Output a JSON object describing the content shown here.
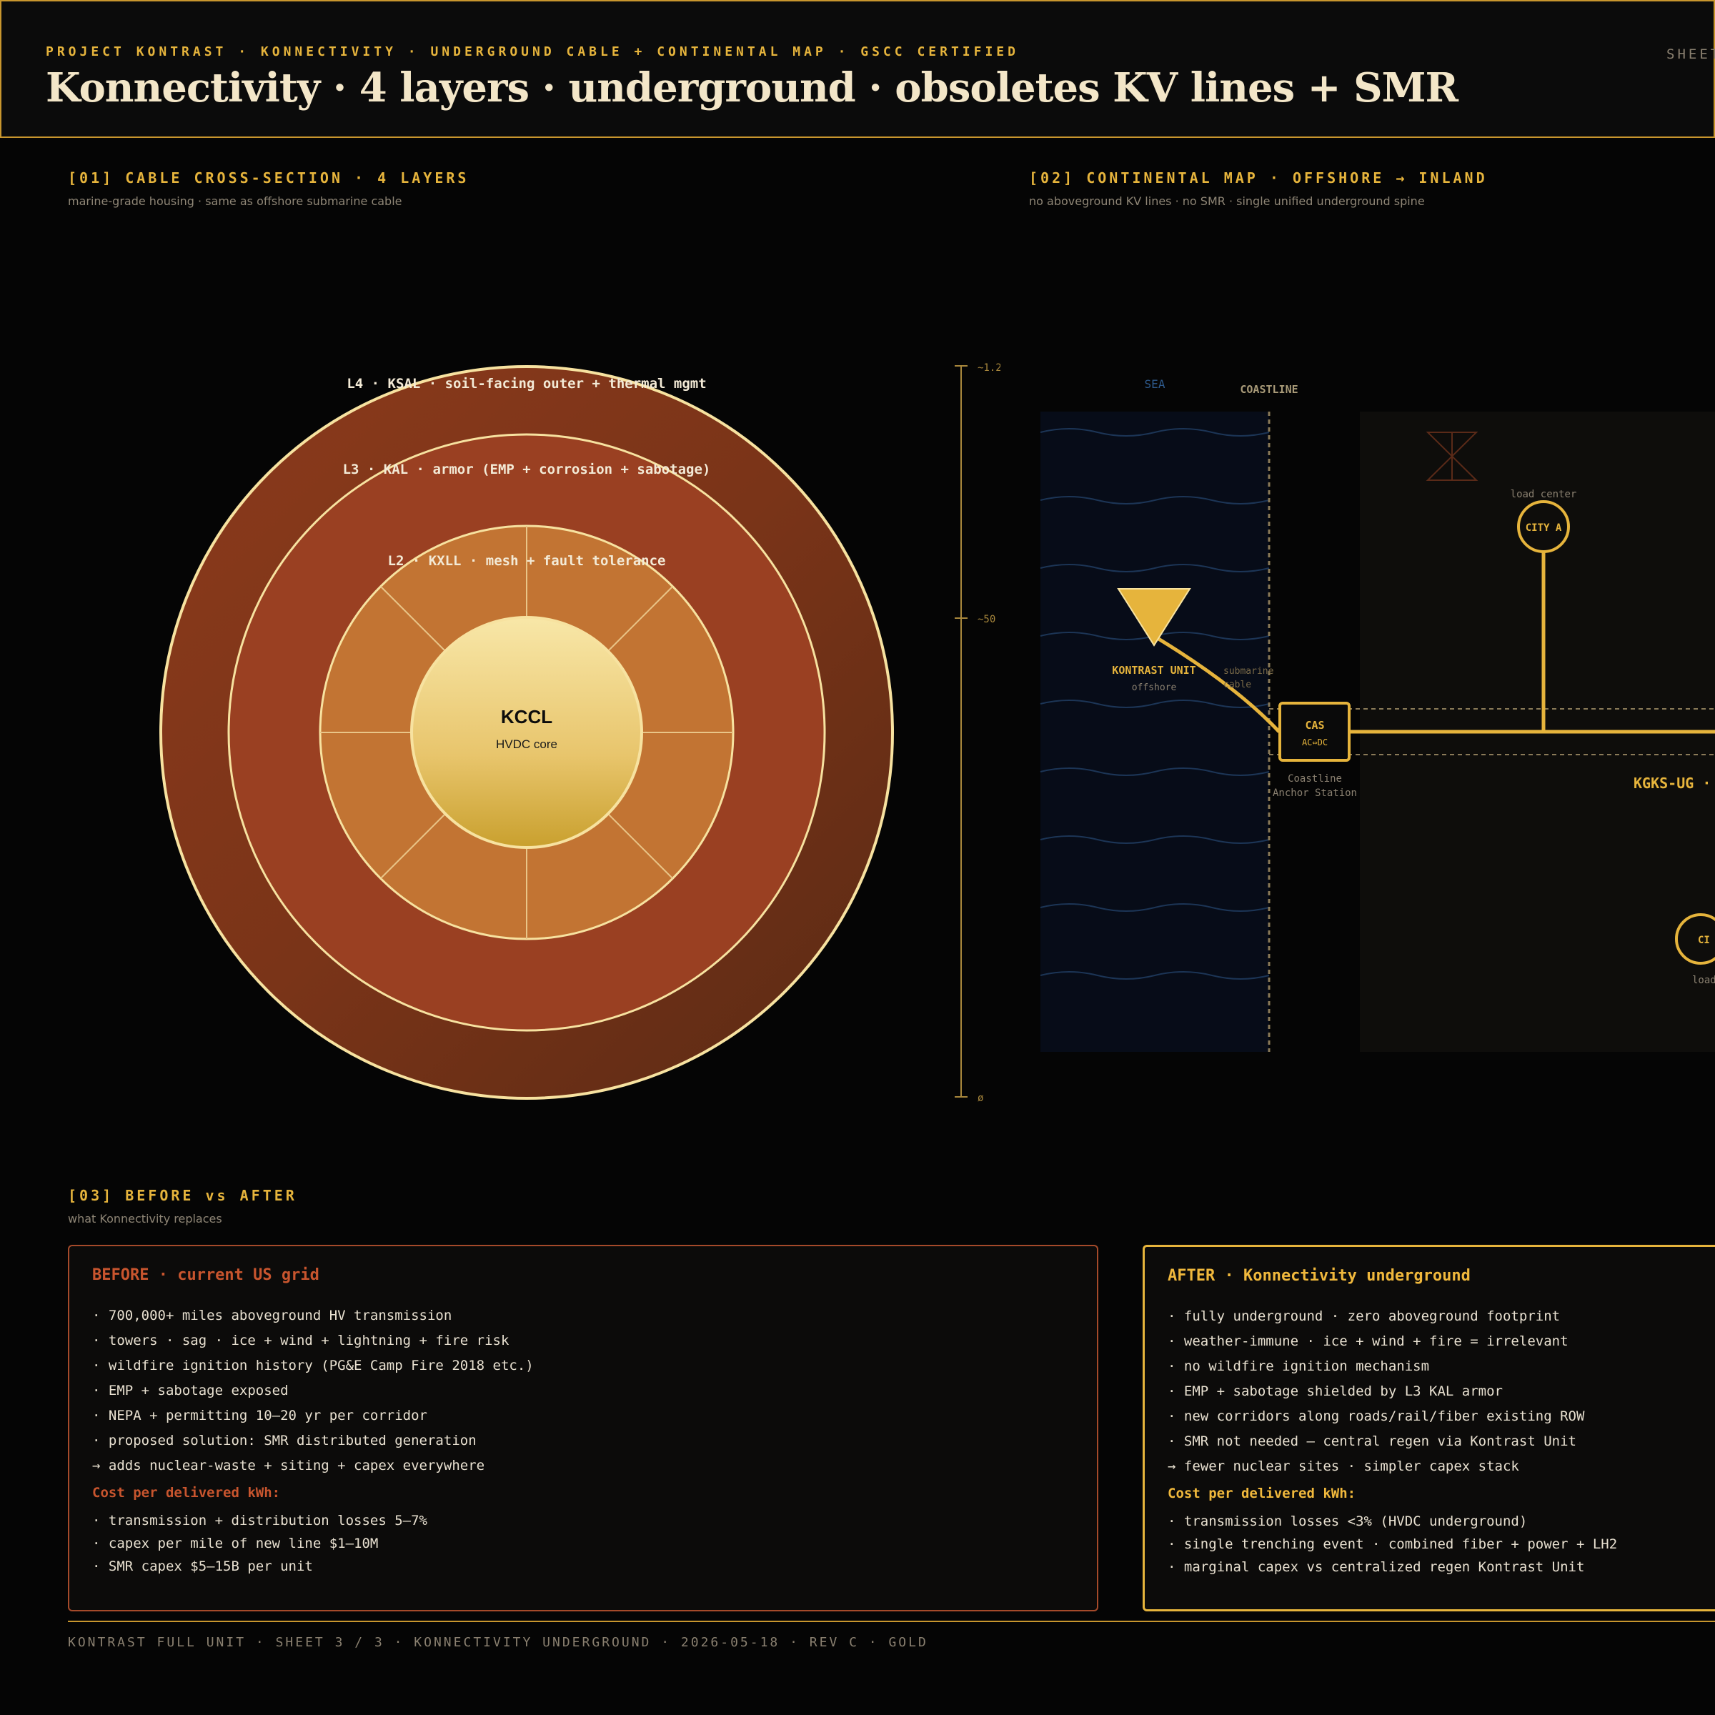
{
  "header": {
    "kicker": "PROJECT KONTRAST · KONNECTIVITY · UNDERGROUND CABLE + CONTINENTAL MAP · GSCC CERTIFIED",
    "sheet_tag": "SHEET",
    "title": "Konnectivity · 4 layers · underground · obsoletes KV lines + SMR"
  },
  "section1": {
    "title": "[01] CABLE CROSS-SECTION · 4 LAYERS",
    "subtitle": "marine-grade housing · same as offshore submarine cable",
    "layers": {
      "l4": "L4 · KSAL · soil-facing outer + thermal mgmt",
      "l3": "L3 · KAL · armor (EMP + corrosion + sabotage)",
      "l2": "L2 · KXLL · mesh + fault tolerance",
      "core_name": "KCCL",
      "core_desc": "HVDC core"
    },
    "dimensions": {
      "top": "~1.2 m OD",
      "mid": "~50 cm",
      "bottom": "ø"
    },
    "colors": {
      "l4": "#6e2f17",
      "l3": "#9a4022",
      "l2": "#c27433",
      "core_top": "#f8e7a8",
      "core_bottom": "#c9a02e",
      "ring": "#f7e2a0"
    }
  },
  "section2": {
    "title": "[02] CONTINENTAL MAP · OFFSHORE → INLAND",
    "subtitle": "no aboveground KV lines · no SMR · single unified underground spine",
    "sea_label": "SEA",
    "coastline_label": "COASTLINE",
    "unit_label": "KONTRAST UNIT",
    "unit_sub": "offshore",
    "cable_label_1": "submarine",
    "cable_label_2": "cable",
    "cas_label": "CAS",
    "cas_sub": "AC⇔DC",
    "station_1": "Coastline",
    "station_2": "Anchor Station",
    "city_a_caption": "load center",
    "city_a": "CITY A",
    "spine_label": "KGKS-UG ·",
    "city_b_partial": "CI",
    "city_b_caption_partial": "load",
    "accent": "#e6b43c"
  },
  "section3": {
    "title": "[03] BEFORE vs AFTER",
    "subtitle": "what Konnectivity replaces",
    "before": {
      "heading": "BEFORE · current US grid",
      "items": [
        "· 700,000+ miles aboveground HV transmission",
        "· towers · sag · ice + wind + lightning + fire risk",
        "· wildfire ignition history (PG&E Camp Fire 2018 etc.)",
        "· EMP + sabotage exposed",
        "· NEPA + permitting 10–20 yr per corridor",
        "· proposed solution: SMR distributed generation",
        "→ adds nuclear-waste + siting + capex everywhere"
      ],
      "cost_heading": "Cost per delivered kWh:",
      "costs": [
        "· transmission + distribution losses 5–7%",
        "· capex per mile of new line $1–10M",
        "· SMR capex $5–15B per unit"
      ]
    },
    "after": {
      "heading": "AFTER · Konnectivity underground",
      "items": [
        "· fully underground · zero aboveground footprint",
        "· weather-immune · ice + wind + fire = irrelevant",
        "· no wildfire ignition mechanism",
        "· EMP + sabotage shielded by L3 KAL armor",
        "· new corridors along roads/rail/fiber existing ROW",
        "· SMR not needed — central regen via Kontrast Unit",
        "→ fewer nuclear sites · simpler capex stack"
      ],
      "cost_heading": "Cost per delivered kWh:",
      "costs": [
        "· transmission losses <3% (HVDC underground)",
        "· single trenching event · combined fiber + power + LH2",
        "· marginal capex vs centralized regen Kontrast Unit"
      ]
    }
  },
  "footer": "KONTRAST FULL UNIT · SHEET 3 / 3 · KONNECTIVITY UNDERGROUND · 2026-05-18 · REV C · GOLD"
}
